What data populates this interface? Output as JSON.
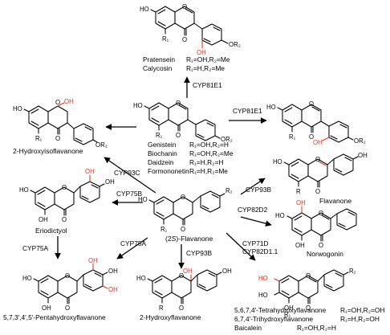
{
  "compounds": {
    "isoflavone_top": {
      "names": [
        "Pratensein",
        "Calycosin"
      ],
      "subs": [
        "R₁=OH,R₂=Me",
        "R₁=H,R₂=Me"
      ]
    },
    "isoflavone_center": {
      "names": [
        "Genistein",
        "Biochanin",
        "Daidzein",
        "Formononetin"
      ],
      "subs": [
        "R₁=OH,R₂=H",
        "R₁=OH,R₂=Me",
        "R₁=H,R₂=H",
        "R₁=H,R₂=Me"
      ]
    },
    "hydroxyisoflavanone": "2-Hydroxyisoflavanone",
    "flavanone_product": "Flavanone",
    "norwogonin": "Norwogonin",
    "flavanone_center_prefix": "(2",
    "flavanone_center_s": "S",
    "flavanone_center_suffix": ")-Flavanone",
    "eriodictyol": "Eriodictyol",
    "pentahydroxy": "5,7,3′,4′,5′-Pentahydroxyflavanone",
    "hydroxyflavanone2": "2-Hydroxyflavanone",
    "bottom_right": {
      "names": [
        "5,6,7,4′-Tetrahydroxyflavanone",
        "6,7,4′-Trihydroxyflavanone",
        "Baicalein"
      ],
      "subs": [
        "R₁=OH,R₂=OH",
        "R₁=H,R₂=OH",
        "R₁=OH,R₂=H"
      ]
    }
  },
  "enzymes": {
    "top": "CYP81E1",
    "right_top": "CYP81E1",
    "left_hydroxy": "CYP93C",
    "right_flavanone": "CYP93B",
    "right_norwogonin": "CYP82D2",
    "left_eriodictyol": "CYP75B",
    "bottom_left": "CYP75A",
    "bottom_far_left": "CYP75A",
    "bottom_center": "CYP93B",
    "bottom_right_1": "CYP71D",
    "bottom_right_2": "CYP82D1.1"
  },
  "atoms": {
    "HO": "HO",
    "OH": "OH",
    "O": "O",
    "R": "R",
    "R1": "R₁",
    "R2": "R₂",
    "OR2": "OR₂"
  },
  "colors": {
    "highlight": "#e0301e",
    "ink": "#000000"
  }
}
